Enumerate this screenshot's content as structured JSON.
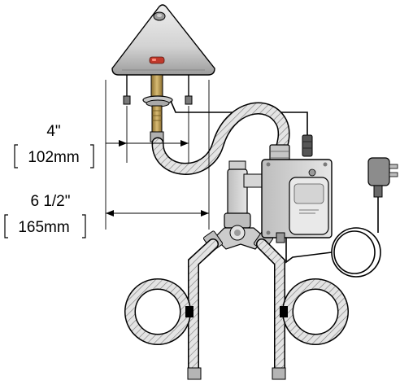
{
  "dimensions": {
    "upper": {
      "imperial": "4\"",
      "metric": "102mm"
    },
    "lower": {
      "imperial": "6 1/2\"",
      "metric": "165mm"
    }
  },
  "colors": {
    "line": "#000000",
    "chrome_light": "#f4f4f4",
    "chrome_mid": "#c8c8c8",
    "chrome_dark": "#8a8a8a",
    "brass": "#b99a52",
    "sensor_red": "#c0392b",
    "hose_fill": "#d9d9d9"
  },
  "icons": {
    "faucet": "faucet-spout",
    "sensor": "sensor-window",
    "control_box": "control-module",
    "adapter": "power-adapter",
    "hoses": "braided-supply-hose"
  }
}
